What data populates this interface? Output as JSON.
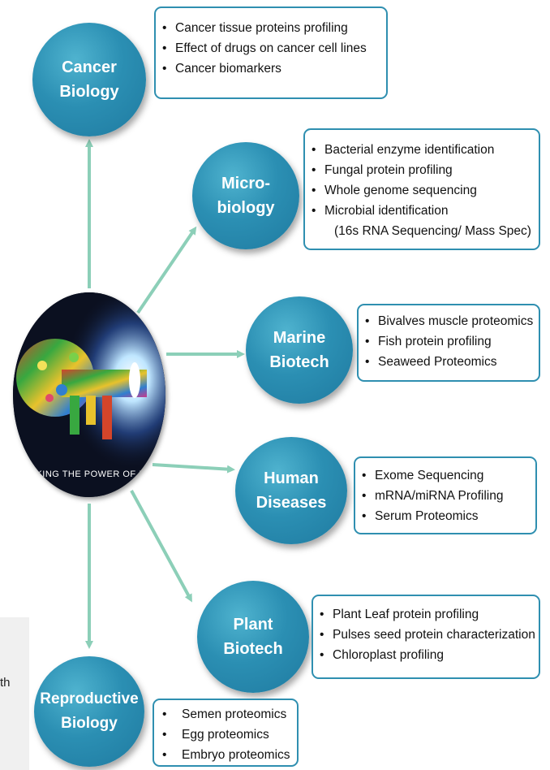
{
  "hub": {
    "caption": "CKING THE POWER OF PRO"
  },
  "side_text": "th",
  "nodes": {
    "cancer": {
      "line1": "Cancer",
      "line2": "Biology",
      "items": [
        "Cancer tissue proteins profiling",
        "Effect of drugs on cancer cell lines",
        "Cancer biomarkers"
      ]
    },
    "micro": {
      "line1": "Micro-",
      "line2": "biology",
      "items": [
        "Bacterial enzyme identification",
        "Fungal protein profiling",
        "Whole genome sequencing",
        "Microbial identification"
      ],
      "continuation": "(16s RNA Sequencing/ Mass Spec)"
    },
    "marine": {
      "line1": "Marine",
      "line2": "Biotech",
      "items": [
        "Bivalves muscle proteomics",
        "Fish protein profiling",
        "Seaweed Proteomics"
      ]
    },
    "human": {
      "line1": "Human",
      "line2": "Diseases",
      "items": [
        "Exome Sequencing",
        "mRNA/miRNA Profiling",
        "Serum Proteomics"
      ]
    },
    "plant": {
      "line1": "Plant",
      "line2": "Biotech",
      "items": [
        "Plant Leaf protein profiling",
        "Pulses seed protein characterization",
        "Chloroplast profiling"
      ]
    },
    "repro": {
      "line1": "Reproductive",
      "line2": "Biology",
      "items": [
        "Semen proteomics",
        "Egg proteomics",
        "Embryo proteomics"
      ]
    }
  },
  "colors": {
    "node_fill": "#2b8fb3",
    "arrow": "#8ccfb8",
    "box_border": "#2f8fb0"
  }
}
